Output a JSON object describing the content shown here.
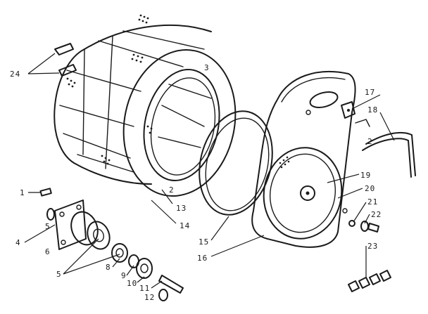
{
  "callouts": {
    "c1": "1",
    "c2": "2",
    "c3": "3",
    "c4": "4",
    "c5a": "5",
    "c5b": "5",
    "c6": "6",
    "c8": "8",
    "c9": "9",
    "c10": "10",
    "c11": "11",
    "c12": "12",
    "c13": "13",
    "c14": "14",
    "c15": "15",
    "c16": "16",
    "c17": "17",
    "c18": "18",
    "c19": "19",
    "c20": "20",
    "c21": "21",
    "c22": "22",
    "c23": "23",
    "c24": "24"
  }
}
